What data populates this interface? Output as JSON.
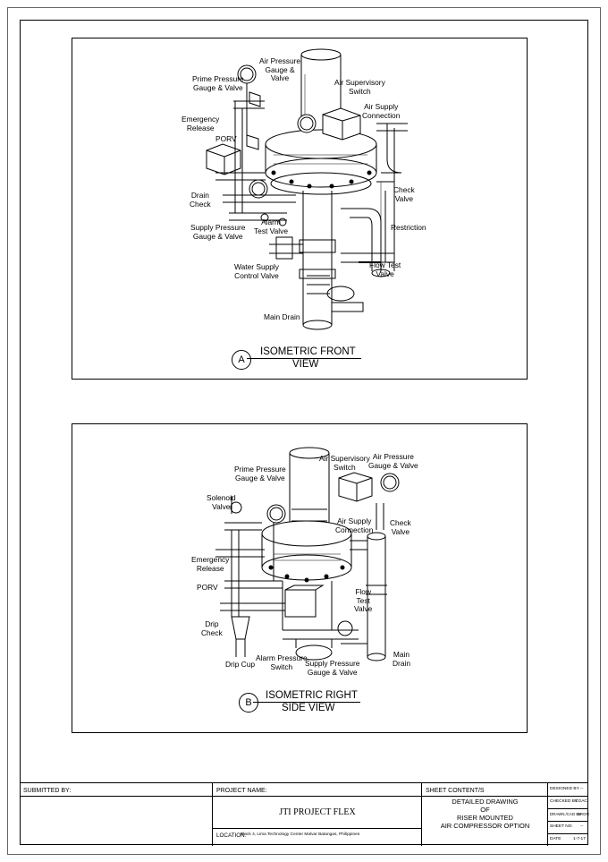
{
  "views": [
    {
      "letter": "A",
      "title_line1": "ISOMETRIC FRONT",
      "title_line2": "VIEW",
      "labels": [
        {
          "text": "Air Pressure\nGauge &\nValve"
        },
        {
          "text": "Prime Pressure\nGauge & Valve"
        },
        {
          "text": "Air Supervisory\nSwitch"
        },
        {
          "text": "Air Supply\nConnection"
        },
        {
          "text": "Emergency\nRelease"
        },
        {
          "text": "PORV"
        },
        {
          "text": "Check\nValve"
        },
        {
          "text": "Drain\nCheck"
        },
        {
          "text": "Supply Pressure\nGauge & Valve"
        },
        {
          "text": "Alarm\nTest Valve"
        },
        {
          "text": "Restriction"
        },
        {
          "text": "Flow Test\nValve"
        },
        {
          "text": "Water Supply\nControl Valve"
        },
        {
          "text": "Main Drain"
        }
      ]
    },
    {
      "letter": "B",
      "title_line1": "ISOMETRIC RIGHT",
      "title_line2": "SIDE VIEW",
      "labels": [
        {
          "text": "Air Supervisory\nSwitch"
        },
        {
          "text": "Air Pressure\nGauge & Valve"
        },
        {
          "text": "Prime Pressure\nGauge & Valve"
        },
        {
          "text": "Solenoid\nValve"
        },
        {
          "text": "Air Supply\nConnection"
        },
        {
          "text": "Check\nValve"
        },
        {
          "text": "Emergency\nRelease"
        },
        {
          "text": "PORV"
        },
        {
          "text": "Flow\nTest\nValve"
        },
        {
          "text": "Drip\nCheck"
        },
        {
          "text": "Main\nDrain"
        },
        {
          "text": "Drip Cup"
        },
        {
          "text": "Alarm Pressure\nSwitch"
        },
        {
          "text": "Supply Pressure\nGauge & Valve"
        }
      ]
    }
  ],
  "title_block": {
    "submitted_by": "SUBMITTED BY:",
    "project_name_label": "PROJECT NAME:",
    "project_name": "JTI PROJECT FLEX",
    "location_label": "LOCATION:",
    "location": "Block 4, Lima Technology Center Malvar Batangas, Philippines",
    "sheet_content_label": "SHEET CONTENT/S",
    "sheet_content": "DETAILED DRAWING\nOF\nRISER MOUNTED\nAIR COMPRESSOR OPTION",
    "rows": [
      {
        "label": "DESIGNED BY",
        "value": "--"
      },
      {
        "label": "CHECKED BY",
        "value": "CGAC"
      },
      {
        "label": "DRAWN./CAD BY",
        "value": "BRGN"
      },
      {
        "label": "SHEET NO.",
        "value": "--"
      },
      {
        "label": "DATE",
        "value": "1-7-17"
      }
    ]
  }
}
